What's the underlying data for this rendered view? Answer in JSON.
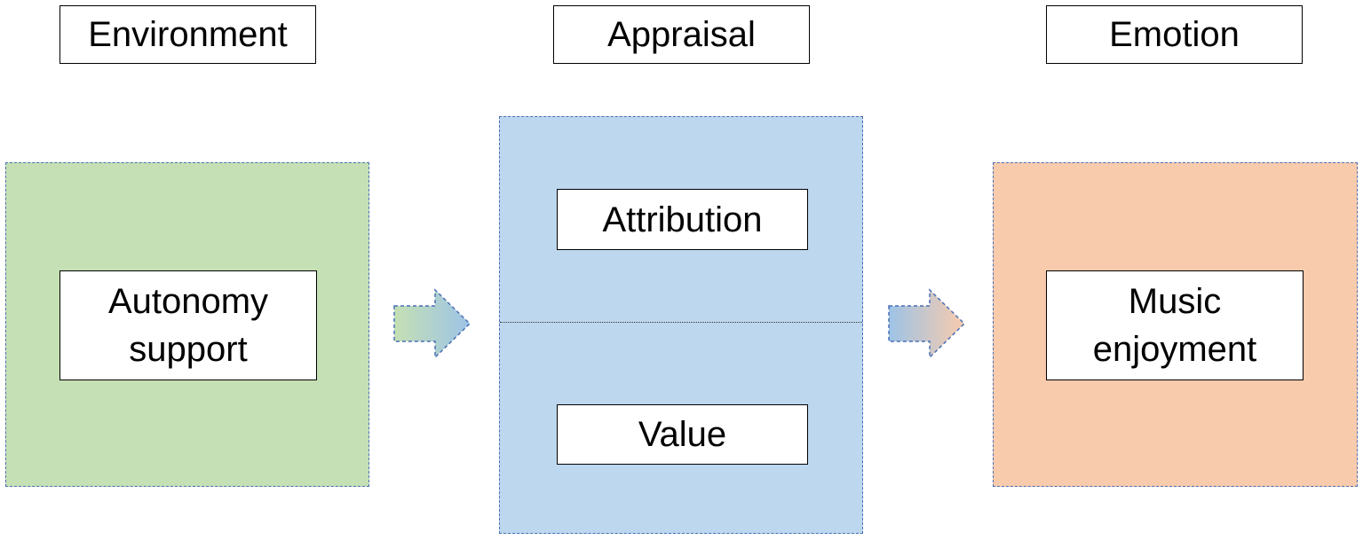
{
  "headers": {
    "environment": "Environment",
    "appraisal": "Appraisal",
    "emotion": "Emotion"
  },
  "environment_panel": {
    "label": "Autonomy\nsupport",
    "fill_color": "#c5e0b4"
  },
  "appraisal_panel": {
    "top_label": "Attribution",
    "bottom_label": "Value",
    "fill_color": "#bdd7ee"
  },
  "emotion_panel": {
    "label": "Music\nenjoyment",
    "fill_color": "#f8cbad"
  },
  "arrows": [
    {
      "name": "environment-to-appraisal-arrow",
      "from_color": "#c5e0b4",
      "to_color": "#9dc3e6"
    },
    {
      "name": "appraisal-to-emotion-arrow",
      "from_color": "#9dc3e6",
      "to_color": "#f8cbad"
    }
  ],
  "colors": {
    "panel_border": "#4a6fb5",
    "box_border": "#000000"
  }
}
